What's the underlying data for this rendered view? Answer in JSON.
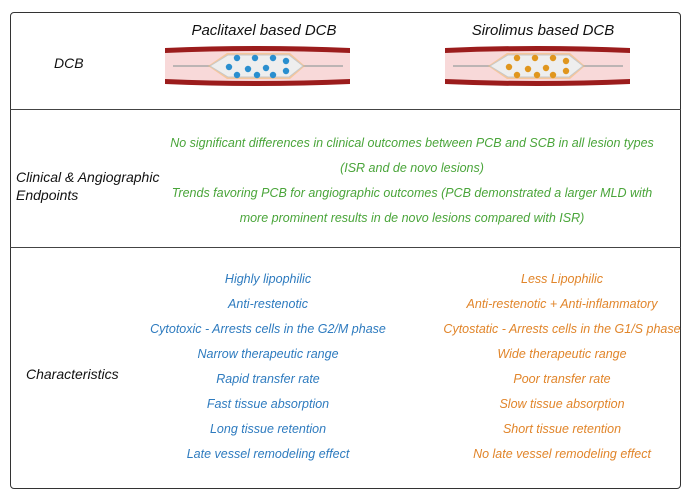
{
  "rows": {
    "dcb": {
      "label": "DCB"
    },
    "clinical": {
      "label_line1": "Clinical & Angiographic",
      "label_line2": "Endpoints"
    },
    "characteristics": {
      "label": "Characteristics"
    }
  },
  "columns": {
    "paclitaxel": {
      "title": "Paclitaxel based DCB",
      "drug_color": "#2a8fcf",
      "text_color": "#2e7bbf",
      "characteristics": [
        "Highly lipophilic",
        "Anti-restenotic",
        "Cytotoxic - Arrests cells in the G2/M phase",
        "Narrow therapeutic range",
        "Rapid transfer rate",
        "Fast tissue absorption",
        "Long tissue retention",
        "Late vessel remodeling effect"
      ]
    },
    "sirolimus": {
      "title": "Sirolimus based DCB",
      "drug_color": "#e0961e",
      "text_color": "#e1852a",
      "characteristics": [
        "Less Lipophilic",
        "Anti-restenotic + Anti-inflammatory",
        "Cytostatic - Arrests cells in the G1/S phase",
        "Wide therapeutic range",
        "Poor transfer rate",
        "Slow tissue absorption",
        "Short tissue retention",
        "No late vessel remodeling effect"
      ]
    }
  },
  "endpoints": {
    "color": "#4aa53a",
    "lines": [
      "No significant differences in clinical outcomes between PCB and SCB in all lesion types",
      "(ISR and de novo lesions)",
      "Trends favoring PCB for angiographic outcomes (PCB demonstrated a larger MLD with",
      "more prominent results in de novo lesions compared with ISR)"
    ]
  }
}
